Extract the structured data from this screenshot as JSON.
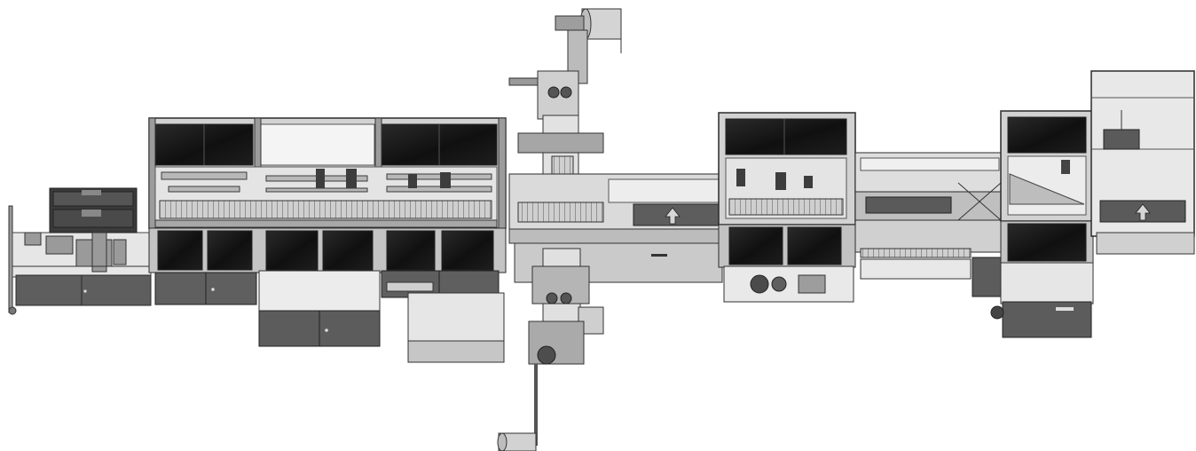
{
  "colors": {
    "background": "#ffffff",
    "frame_light": "#d9d9d9",
    "frame_mid": "#b4b4b4",
    "frame_dark": "#6e6e6e",
    "cabinet": "#5c5c5c",
    "window_glass": "#161616",
    "outline": "#2b2b2b",
    "panel_white": "#efefef"
  },
  "modules": [
    {
      "id": "infeed-unit"
    },
    {
      "id": "main-station-left"
    },
    {
      "id": "transfer-station"
    },
    {
      "id": "main-station-right"
    },
    {
      "id": "conveyor-tunnel"
    },
    {
      "id": "outfeed-station"
    }
  ]
}
